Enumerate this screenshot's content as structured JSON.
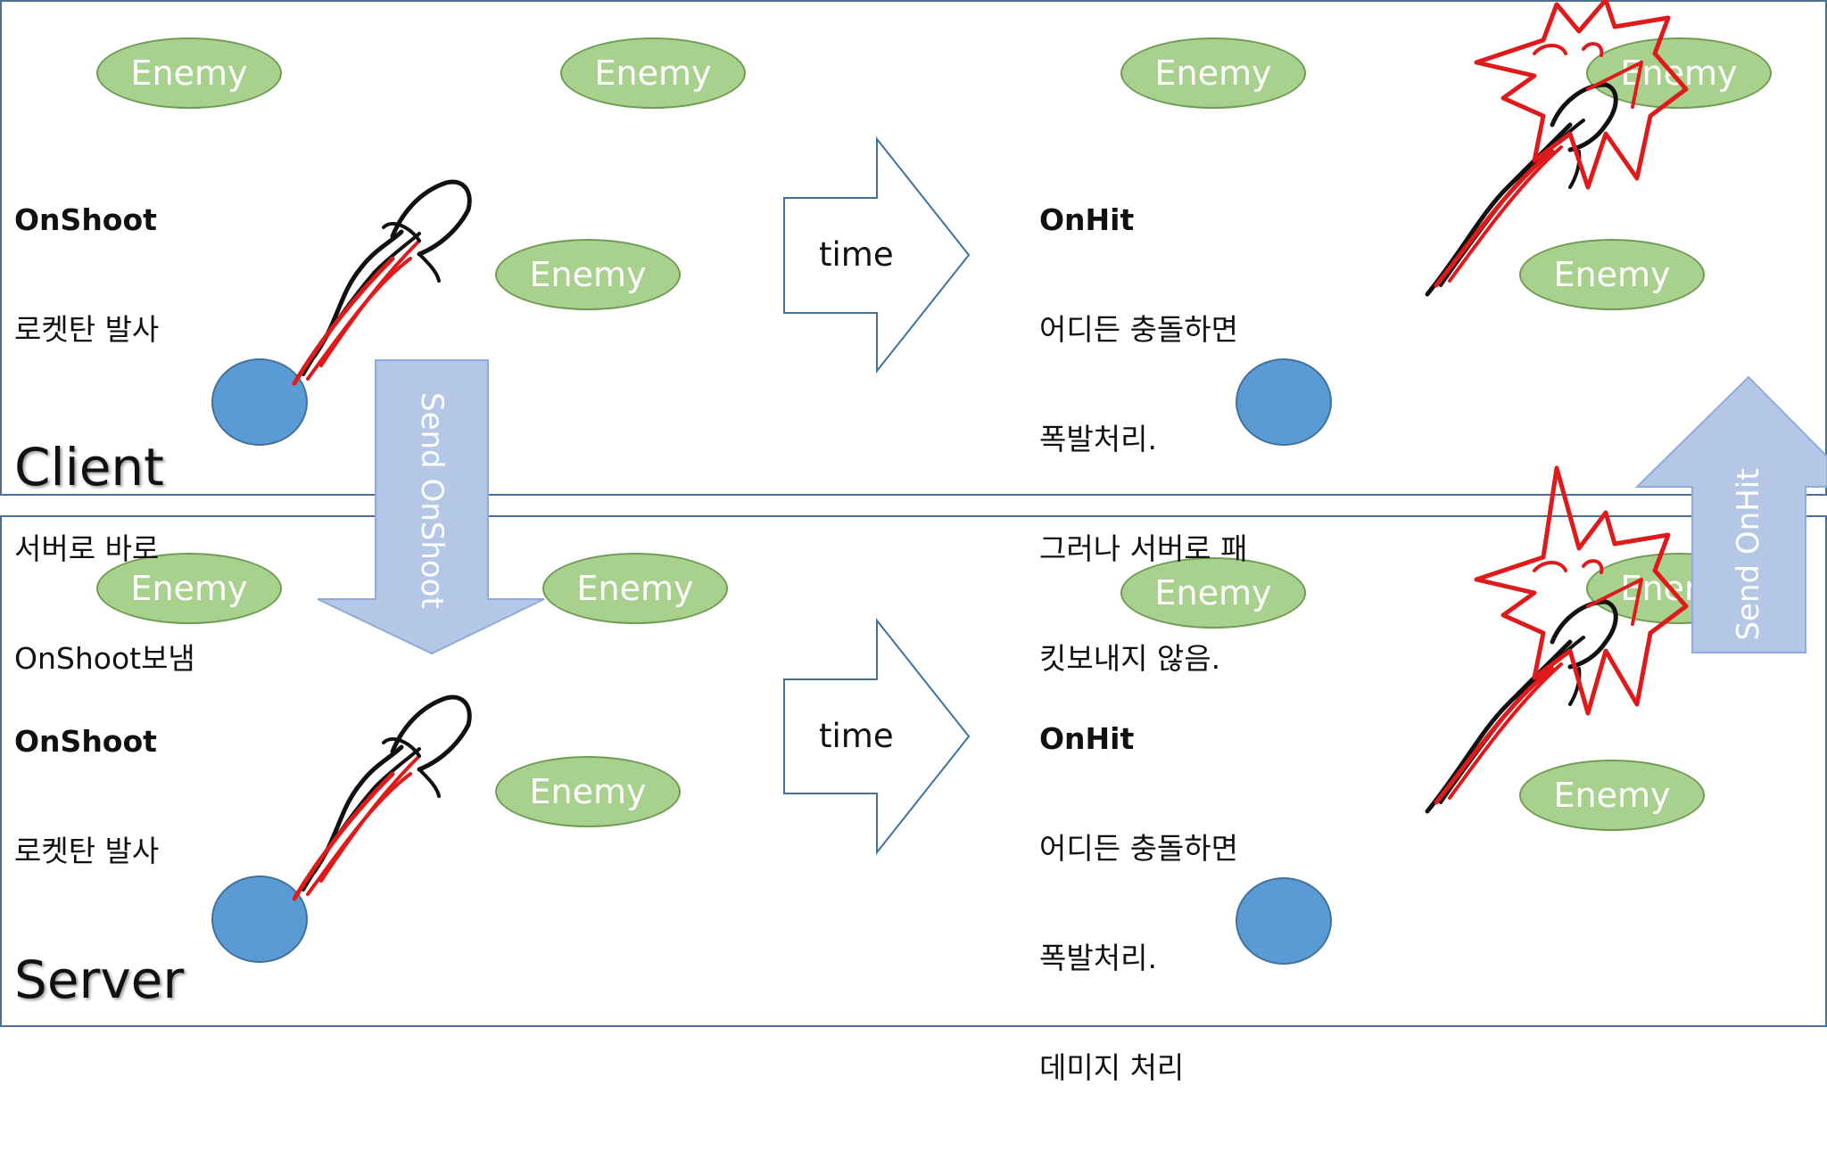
{
  "client": {
    "label": "Client",
    "shoot_title": "OnShoot",
    "shoot_lines": [
      "로켓탄 발사",
      "",
      "서버로 바로",
      "OnShoot보냄"
    ],
    "hit_title": "OnHit",
    "hit_lines": [
      "어디든 충돌하면",
      "폭발처리.",
      "그러나 서버로 패",
      "킷보내지 않음."
    ]
  },
  "server": {
    "label": "Server",
    "shoot_title": "OnShoot",
    "shoot_lines": [
      "로켓탄 발사"
    ],
    "hit_title": "OnHit",
    "hit_lines": [
      "어디든 충돌하면",
      "폭발처리.",
      "데미지 처리"
    ]
  },
  "enemy_label": "Enemy",
  "time_label": "time",
  "send_onshoot_label": "Send OnShoot",
  "send_onhit_label": "Send OnHit",
  "colors": {
    "enemy_fill": "#a9d18e",
    "player_fill": "#5b9bd5",
    "send_arrow_fill": "#b4c7e7",
    "panel_border": "#4a6f93",
    "sketch_red": "#e0191b"
  }
}
